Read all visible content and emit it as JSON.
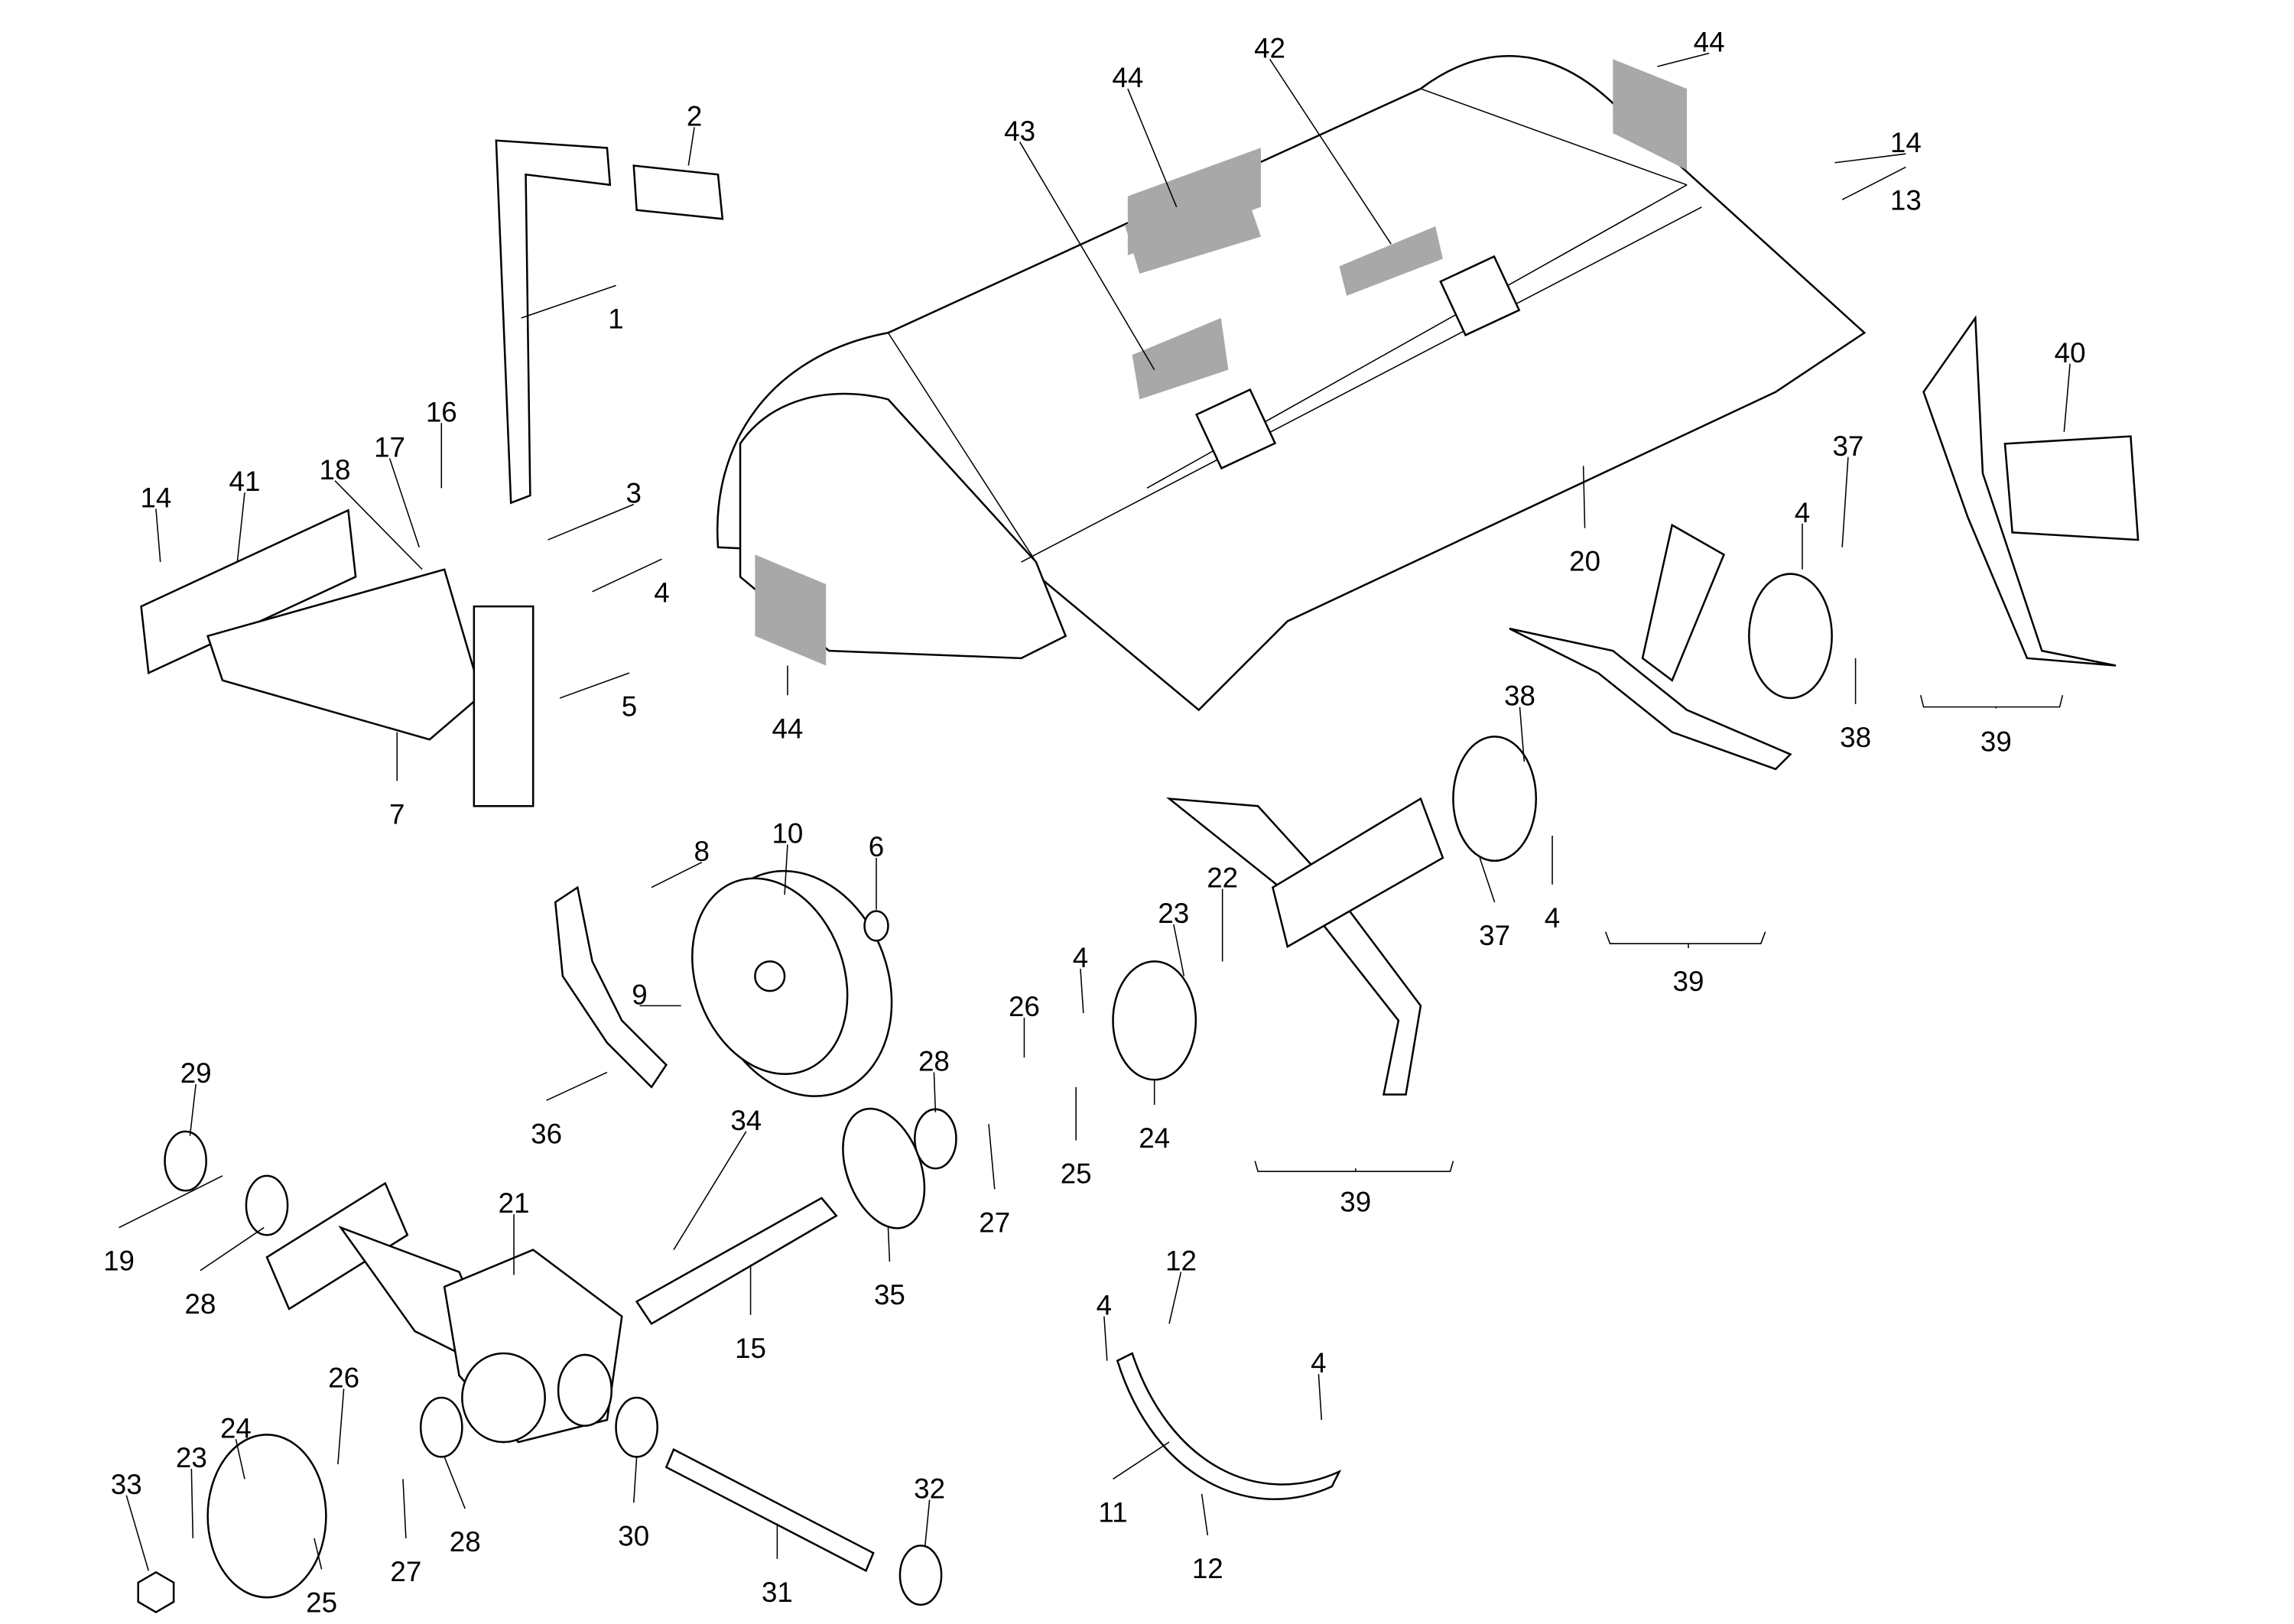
{
  "diagram": {
    "type": "exploded parts diagram",
    "callouts": [
      "2",
      "1",
      "3",
      "16",
      "17",
      "18",
      "41",
      "14",
      "4",
      "5",
      "7",
      "8",
      "10",
      "6",
      "9",
      "36",
      "29",
      "19",
      "28",
      "21",
      "34",
      "15",
      "35",
      "28",
      "27",
      "26",
      "25",
      "4",
      "23",
      "22",
      "24",
      "39",
      "37",
      "4",
      "38",
      "39",
      "38",
      "4",
      "37",
      "40",
      "39",
      "20",
      "14",
      "13",
      "44",
      "42",
      "44",
      "43",
      "44",
      "12",
      "4",
      "4",
      "11",
      "12",
      "26",
      "24",
      "23",
      "33",
      "25",
      "27",
      "28",
      "30",
      "31",
      "32"
    ],
    "decal_color": "#a8a8a8",
    "line_color": "#000000"
  }
}
